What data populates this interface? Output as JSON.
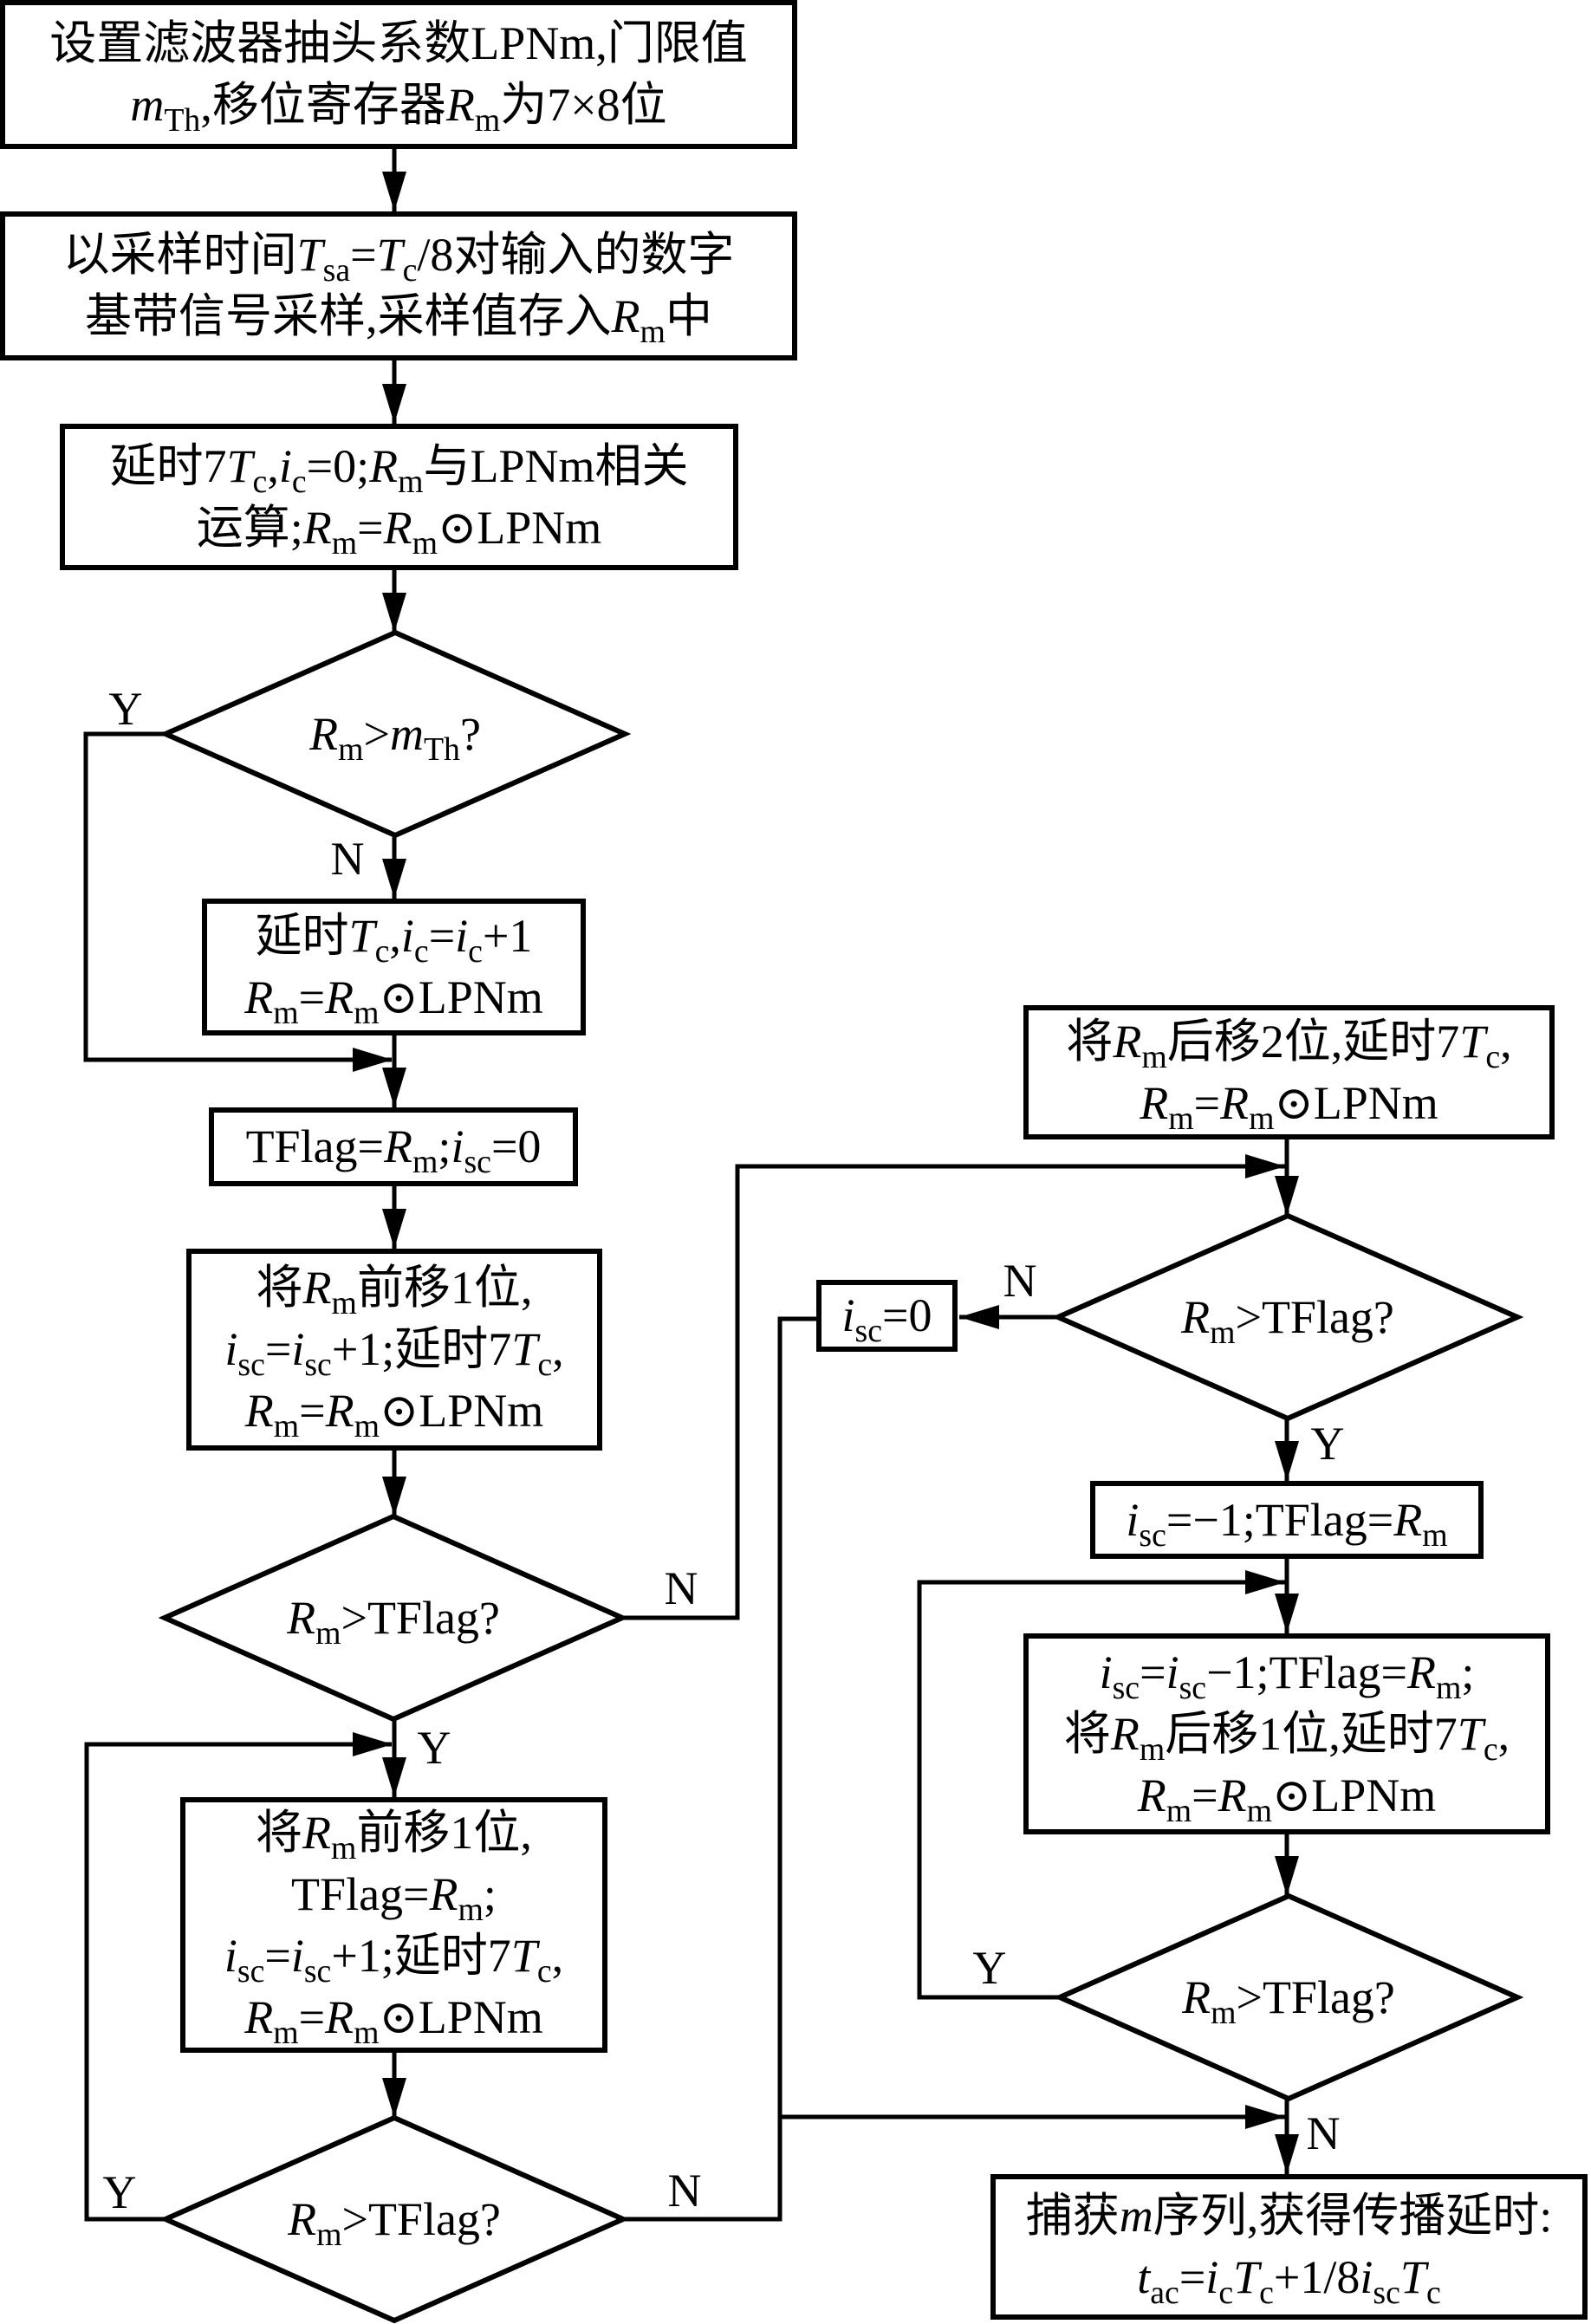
{
  "figure": {
    "type": "flowchart"
  },
  "colors": {
    "stroke": "#000000",
    "background": "#ffffff",
    "text": "#000000"
  },
  "nodes": {
    "init": {
      "lines": [
        [
          "设置滤波器抽头系数LPNm,门限值"
        ],
        [
          {
            "i": "m"
          },
          {
            "sub": "Th"
          },
          ",移位寄存器",
          {
            "i": "R"
          },
          {
            "sub": "m"
          },
          "为7×8位"
        ]
      ]
    },
    "sample": {
      "lines": [
        [
          "以采样时间",
          {
            "i": "T"
          },
          {
            "sub": "sa"
          },
          "=",
          {
            "i": "T"
          },
          {
            "sub": "c"
          },
          "/8对输入的数字"
        ],
        [
          "基带信号采样,采样值存入",
          {
            "i": "R"
          },
          {
            "sub": "m"
          },
          "中"
        ]
      ]
    },
    "correlate": {
      "lines": [
        [
          "延时7",
          {
            "i": "T"
          },
          {
            "sub": "c"
          },
          ",",
          {
            "i": "i"
          },
          {
            "sub": "c"
          },
          "=0;",
          {
            "i": "R"
          },
          {
            "sub": "m"
          },
          "与LPNm相关"
        ],
        [
          "运算;",
          {
            "i": "R"
          },
          {
            "sub": "m"
          },
          "=",
          {
            "i": "R"
          },
          {
            "sub": "m"
          },
          "⊙LPNm"
        ]
      ]
    },
    "threshold_check": {
      "lines": [
        [
          {
            "i": "R"
          },
          {
            "sub": "m"
          },
          ">",
          {
            "i": "m"
          },
          {
            "sub": "Th"
          },
          "?"
        ]
      ]
    },
    "delay_tc": {
      "lines": [
        [
          "延时",
          {
            "i": "T"
          },
          {
            "sub": "c"
          },
          ",",
          {
            "i": "i"
          },
          {
            "sub": "c"
          },
          "=",
          {
            "i": "i"
          },
          {
            "sub": "c"
          },
          "+1"
        ],
        [
          {
            "i": "R"
          },
          {
            "sub": "m"
          },
          "=",
          {
            "i": "R"
          },
          {
            "sub": "m"
          },
          "⊙LPNm"
        ]
      ]
    },
    "tflag_init": {
      "lines": [
        [
          "TFlag=",
          {
            "i": "R"
          },
          {
            "sub": "m"
          },
          ";",
          {
            "i": "i"
          },
          {
            "sub": "sc"
          },
          "=0"
        ]
      ]
    },
    "shift_forward_first": {
      "lines": [
        [
          "将",
          {
            "i": "R"
          },
          {
            "sub": "m"
          },
          "前移1位,"
        ],
        [
          {
            "i": "i"
          },
          {
            "sub": "sc"
          },
          "=",
          {
            "i": "i"
          },
          {
            "sub": "sc"
          },
          "+1;延时7",
          {
            "i": "T"
          },
          {
            "sub": "c"
          },
          ","
        ],
        [
          {
            "i": "R"
          },
          {
            "sub": "m"
          },
          "=",
          {
            "i": "R"
          },
          {
            "sub": "m"
          },
          "⊙LPNm"
        ]
      ]
    },
    "forward_check": {
      "lines": [
        [
          {
            "i": "R"
          },
          {
            "sub": "m"
          },
          ">TFlag?"
        ]
      ]
    },
    "shift_forward_loop": {
      "lines": [
        [
          "将",
          {
            "i": "R"
          },
          {
            "sub": "m"
          },
          "前移1位,"
        ],
        [
          "TFlag=",
          {
            "i": "R"
          },
          {
            "sub": "m"
          },
          ";"
        ],
        [
          {
            "i": "i"
          },
          {
            "sub": "sc"
          },
          "=",
          {
            "i": "i"
          },
          {
            "sub": "sc"
          },
          "+1;延时7",
          {
            "i": "T"
          },
          {
            "sub": "c"
          },
          ","
        ],
        [
          {
            "i": "R"
          },
          {
            "sub": "m"
          },
          "=",
          {
            "i": "R"
          },
          {
            "sub": "m"
          },
          "⊙LPNm"
        ]
      ]
    },
    "forward_loop_check": {
      "lines": [
        [
          {
            "i": "R"
          },
          {
            "sub": "m"
          },
          ">TFlag?"
        ]
      ]
    },
    "isc_reset": {
      "lines": [
        [
          {
            "i": "i"
          },
          {
            "sub": "sc"
          },
          "=0"
        ]
      ]
    },
    "shift_back_two": {
      "lines": [
        [
          "将",
          {
            "i": "R"
          },
          {
            "sub": "m"
          },
          "后移2位,延时7",
          {
            "i": "T"
          },
          {
            "sub": "c"
          },
          ","
        ],
        [
          {
            "i": "R"
          },
          {
            "sub": "m"
          },
          "=",
          {
            "i": "R"
          },
          {
            "sub": "m"
          },
          "⊙LPNm"
        ]
      ]
    },
    "back_check": {
      "lines": [
        [
          {
            "i": "R"
          },
          {
            "sub": "m"
          },
          ">TFlag?"
        ]
      ]
    },
    "isc_minus_one": {
      "lines": [
        [
          {
            "i": "i"
          },
          {
            "sub": "sc"
          },
          "=−1;TFlag=",
          {
            "i": "R"
          },
          {
            "sub": "m"
          }
        ]
      ]
    },
    "shift_back_loop": {
      "lines": [
        [
          {
            "i": "i"
          },
          {
            "sub": "sc"
          },
          "=",
          {
            "i": "i"
          },
          {
            "sub": "sc"
          },
          "−1;TFlag=",
          {
            "i": "R"
          },
          {
            "sub": "m"
          },
          ";"
        ],
        [
          "将",
          {
            "i": "R"
          },
          {
            "sub": "m"
          },
          "后移1位,延时7",
          {
            "i": "T"
          },
          {
            "sub": "c"
          },
          ","
        ],
        [
          {
            "i": "R"
          },
          {
            "sub": "m"
          },
          "=",
          {
            "i": "R"
          },
          {
            "sub": "m"
          },
          "⊙LPNm"
        ]
      ]
    },
    "back_loop_check": {
      "lines": [
        [
          {
            "i": "R"
          },
          {
            "sub": "m"
          },
          ">TFlag?"
        ]
      ]
    },
    "capture": {
      "lines": [
        [
          "捕获",
          {
            "i": "m"
          },
          "序列,获得传播延时:"
        ],
        [
          {
            "i": "t"
          },
          {
            "sub": "ac"
          },
          "=",
          {
            "i": "i"
          },
          {
            "sub": "c"
          },
          {
            "i": "T"
          },
          {
            "sub": "c"
          },
          "+1/8",
          {
            "i": "i"
          },
          {
            "sub": "sc"
          },
          {
            "i": "T"
          },
          {
            "sub": "c"
          }
        ]
      ]
    }
  },
  "branch_labels": {
    "threshold_yes": "Y",
    "threshold_no": "N",
    "forward_no": "N",
    "forward_yes": "Y",
    "forward_loop_yes": "Y",
    "forward_loop_no": "N",
    "back_no": "N",
    "back_yes": "Y",
    "back_loop_yes": "Y",
    "back_loop_no": "N"
  }
}
